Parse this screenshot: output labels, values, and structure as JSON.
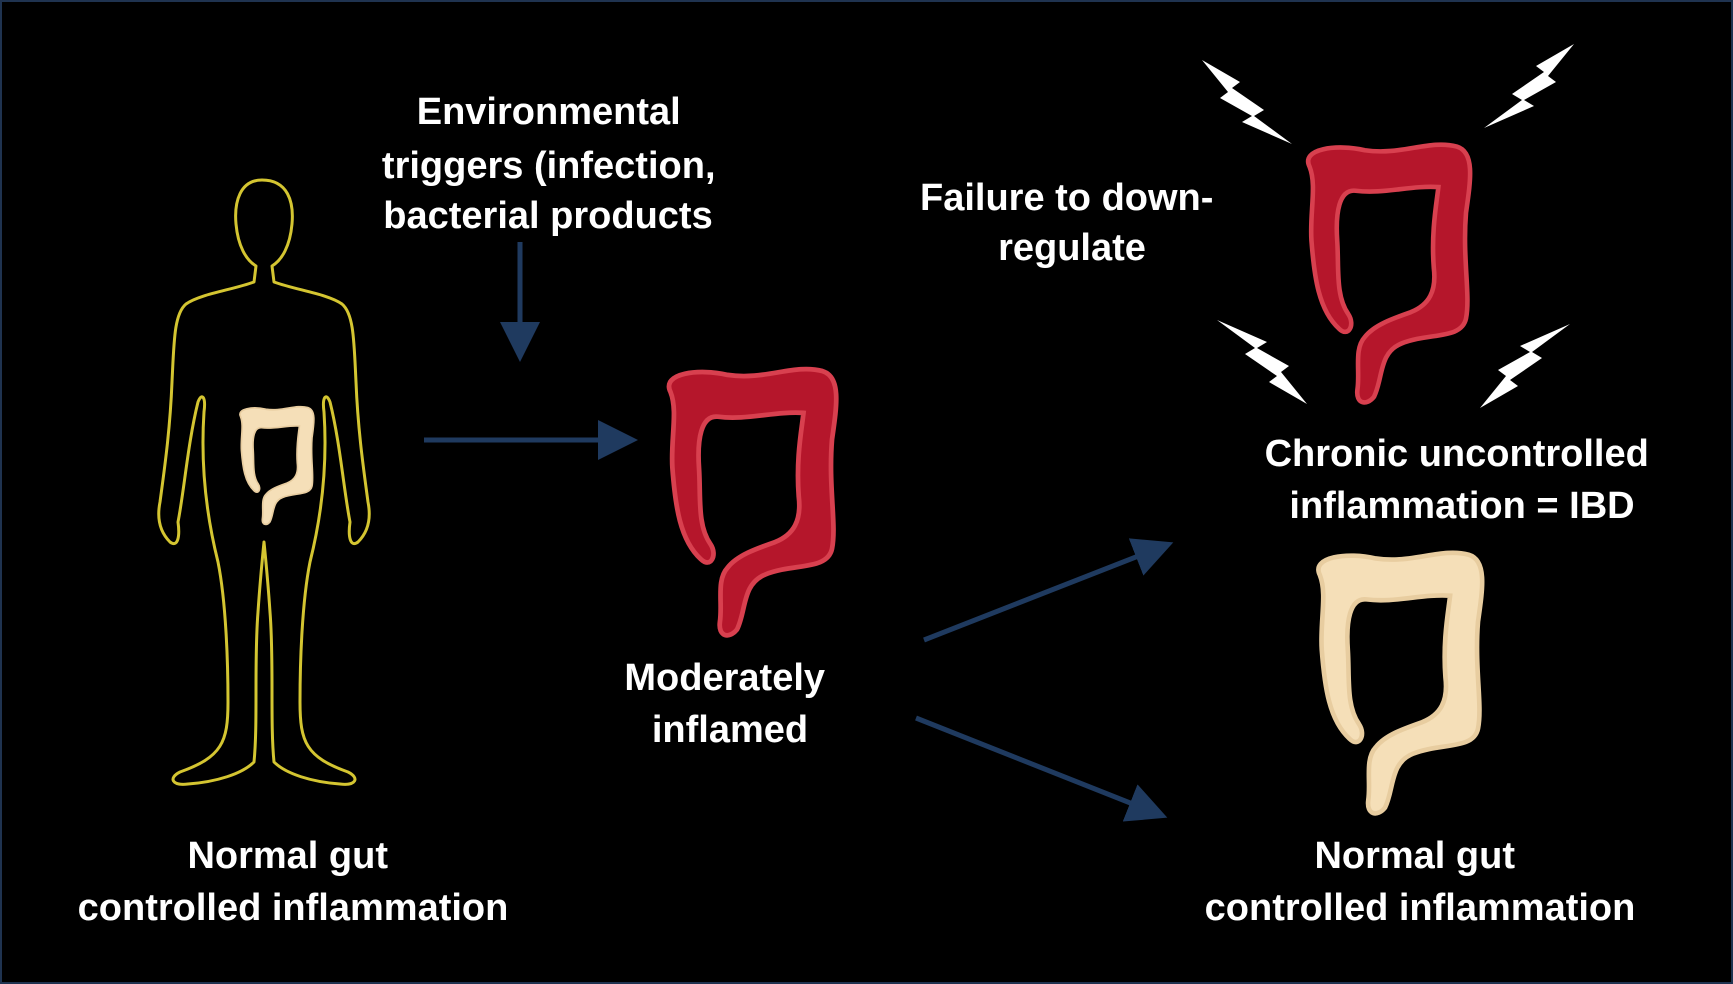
{
  "labels": {
    "env_triggers": [
      "Environmental",
      "triggers (infection,",
      "bacterial products"
    ],
    "moderate": [
      "Moderately",
      "inflamed"
    ],
    "failure": [
      "Failure to down-",
      "regulate"
    ],
    "chronic": [
      "Chronic uncontrolled",
      "inflammation = IBD"
    ],
    "normal_left": [
      "Normal gut",
      "controlled inflammation"
    ],
    "normal_right": [
      "Normal gut",
      "controlled inflammation"
    ]
  },
  "colors": {
    "background": "#000000",
    "border": "#1f3350",
    "arrow": "#1f3a5f",
    "body_outline": "#d4c531",
    "inflamed_colon": "#b5162b",
    "healthy_colon": "#f5dfb8",
    "text": "#ffffff"
  },
  "icons": [
    "human-body-outline",
    "colon",
    "lightning-bolt",
    "arrow"
  ]
}
